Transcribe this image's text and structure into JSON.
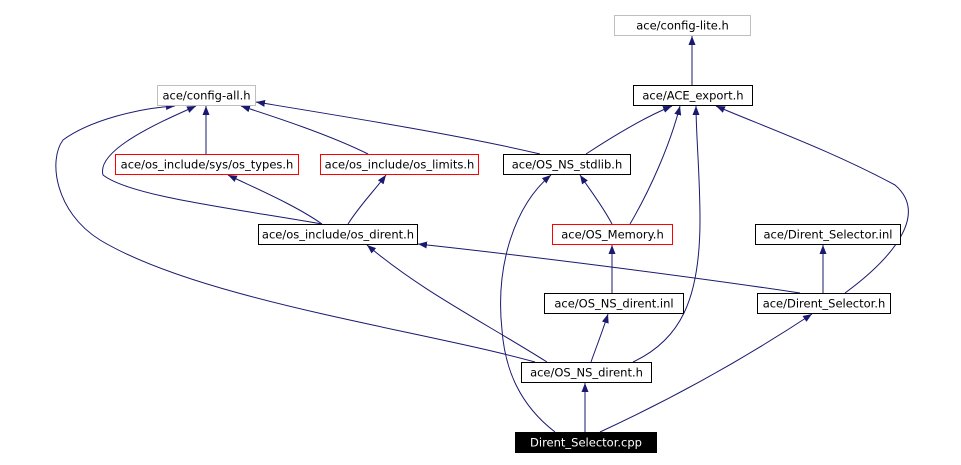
{
  "diagram": {
    "nodes": [
      {
        "id": "config_lite",
        "label": "ace/config-lite.h",
        "border": "#bfbfbf",
        "fill": "#ffffff",
        "text_color": "#000000"
      },
      {
        "id": "config_all",
        "label": "ace/config-all.h",
        "border": "#bfbfbf",
        "fill": "#ffffff",
        "text_color": "#000000"
      },
      {
        "id": "ace_export",
        "label": "ace/ACE_export.h",
        "border": "#000000",
        "fill": "#ffffff",
        "text_color": "#000000"
      },
      {
        "id": "os_types",
        "label": "ace/os_include/sys/os_types.h",
        "border": "#ff0000",
        "fill": "#ffffff",
        "text_color": "#000000"
      },
      {
        "id": "os_limits",
        "label": "ace/os_include/os_limits.h",
        "border": "#ff0000",
        "fill": "#ffffff",
        "text_color": "#000000"
      },
      {
        "id": "os_ns_stdlib",
        "label": "ace/OS_NS_stdlib.h",
        "border": "#000000",
        "fill": "#ffffff",
        "text_color": "#000000"
      },
      {
        "id": "os_dirent",
        "label": "ace/os_include/os_dirent.h",
        "border": "#000000",
        "fill": "#ffffff",
        "text_color": "#000000"
      },
      {
        "id": "os_memory",
        "label": "ace/OS_Memory.h",
        "border": "#ff0000",
        "fill": "#ffffff",
        "text_color": "#000000"
      },
      {
        "id": "dirent_sel_inl",
        "label": "ace/Dirent_Selector.inl",
        "border": "#000000",
        "fill": "#ffffff",
        "text_color": "#000000"
      },
      {
        "id": "os_ns_dirent_inl",
        "label": "ace/OS_NS_dirent.inl",
        "border": "#000000",
        "fill": "#ffffff",
        "text_color": "#000000"
      },
      {
        "id": "dirent_sel_h",
        "label": "ace/Dirent_Selector.h",
        "border": "#000000",
        "fill": "#ffffff",
        "text_color": "#000000"
      },
      {
        "id": "os_ns_dirent_h",
        "label": "ace/OS_NS_dirent.h",
        "border": "#000000",
        "fill": "#ffffff",
        "text_color": "#000000"
      },
      {
        "id": "dirent_sel_cpp",
        "label": "Dirent_Selector.cpp",
        "border": "#000000",
        "fill": "#000000",
        "text_color": "#ffffff"
      }
    ],
    "edges": [
      {
        "from": "ace_export",
        "to": "config_lite"
      },
      {
        "from": "os_types",
        "to": "config_all"
      },
      {
        "from": "os_limits",
        "to": "config_all"
      },
      {
        "from": "os_ns_stdlib",
        "to": "config_all"
      },
      {
        "from": "os_ns_stdlib",
        "to": "ace_export"
      },
      {
        "from": "os_dirent",
        "to": "config_all"
      },
      {
        "from": "os_dirent",
        "to": "os_types"
      },
      {
        "from": "os_dirent",
        "to": "os_limits"
      },
      {
        "from": "os_memory",
        "to": "os_ns_stdlib"
      },
      {
        "from": "os_memory",
        "to": "ace_export"
      },
      {
        "from": "os_ns_dirent_inl",
        "to": "os_memory"
      },
      {
        "from": "dirent_sel_h",
        "to": "dirent_sel_inl"
      },
      {
        "from": "dirent_sel_h",
        "to": "os_dirent"
      },
      {
        "from": "dirent_sel_h",
        "to": "ace_export"
      },
      {
        "from": "os_ns_dirent_h",
        "to": "os_ns_dirent_inl"
      },
      {
        "from": "os_ns_dirent_h",
        "to": "os_dirent"
      },
      {
        "from": "os_ns_dirent_h",
        "to": "config_all"
      },
      {
        "from": "os_ns_dirent_h",
        "to": "ace_export"
      },
      {
        "from": "dirent_sel_cpp",
        "to": "os_ns_dirent_h"
      },
      {
        "from": "dirent_sel_cpp",
        "to": "dirent_sel_h"
      },
      {
        "from": "dirent_sel_cpp",
        "to": "os_ns_stdlib"
      }
    ],
    "edge_color": "#191970"
  }
}
